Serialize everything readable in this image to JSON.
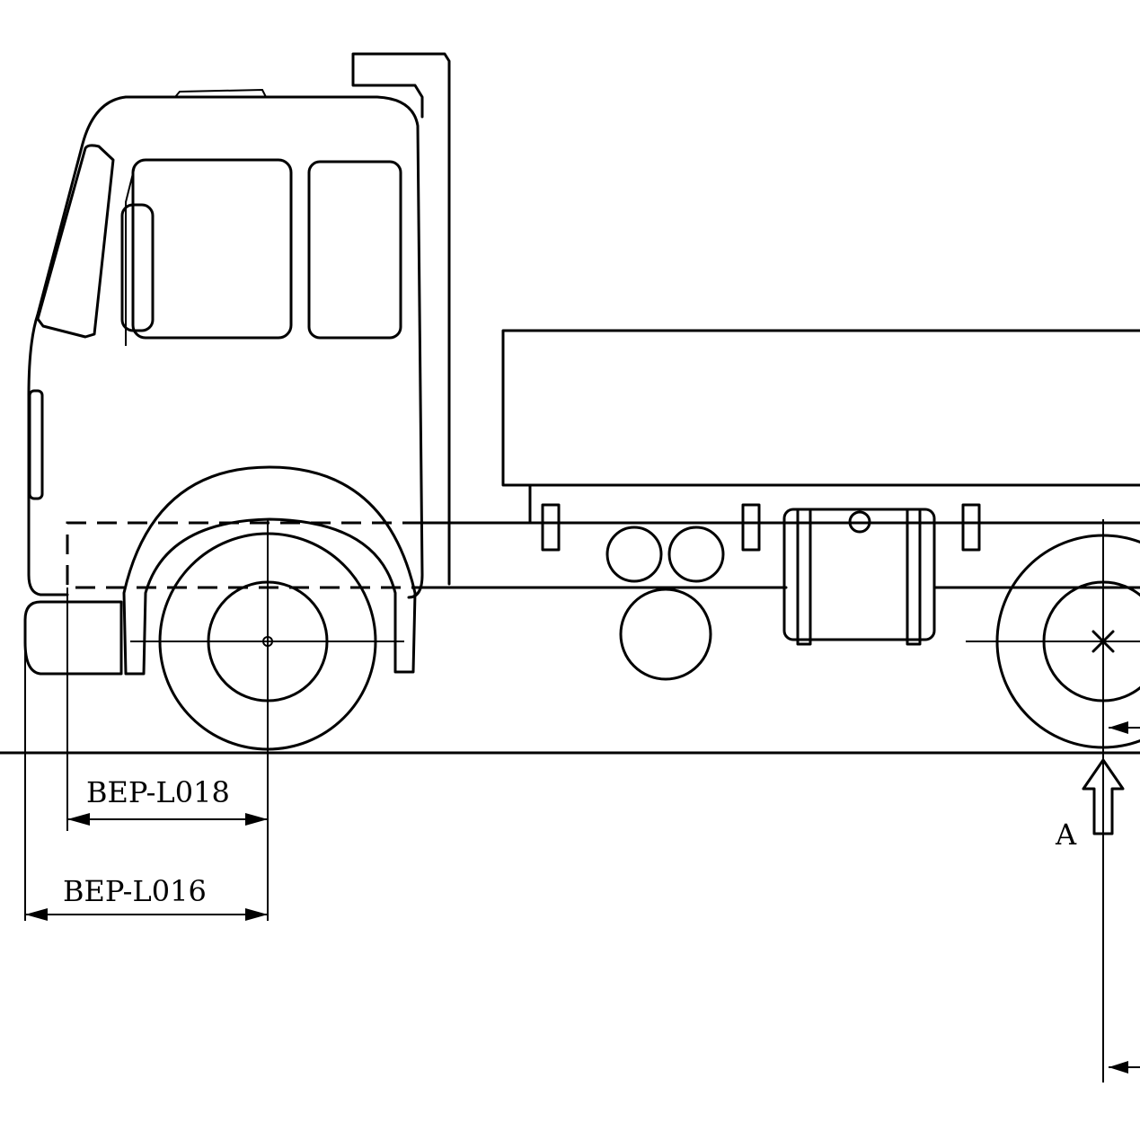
{
  "dimensions": {
    "front_axle_to_frame_front": "BEP-L018",
    "front_axle_to_vehicle_front": "BEP-L016"
  },
  "markers": {
    "rear_axle_reference": "A"
  },
  "colors": {
    "line": "#000000",
    "background": "#ffffff"
  }
}
